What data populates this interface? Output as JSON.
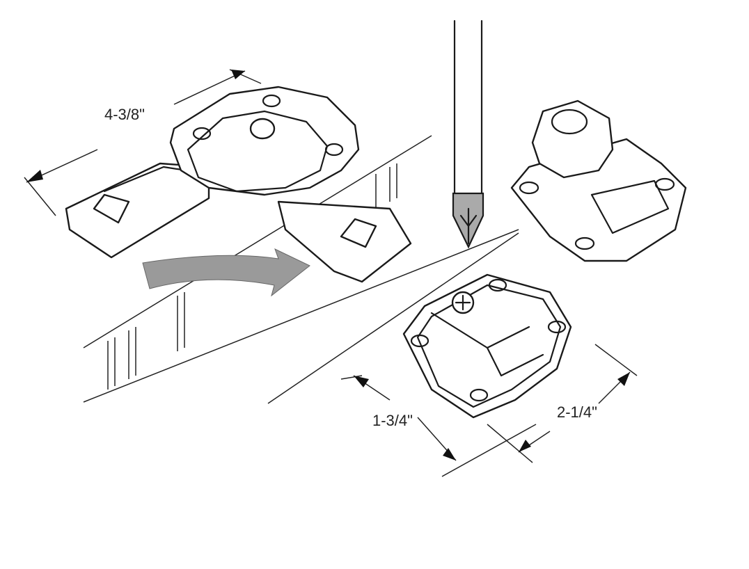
{
  "dimensions": {
    "overall_length": "4-3/8\"",
    "base_depth": "1-3/4\"",
    "base_width": "2-1/4\""
  },
  "colors": {
    "line": "#1a1a1a",
    "arrow_fill": "#9a9a9a",
    "screwdriver_tip": "#aaaaaa"
  }
}
